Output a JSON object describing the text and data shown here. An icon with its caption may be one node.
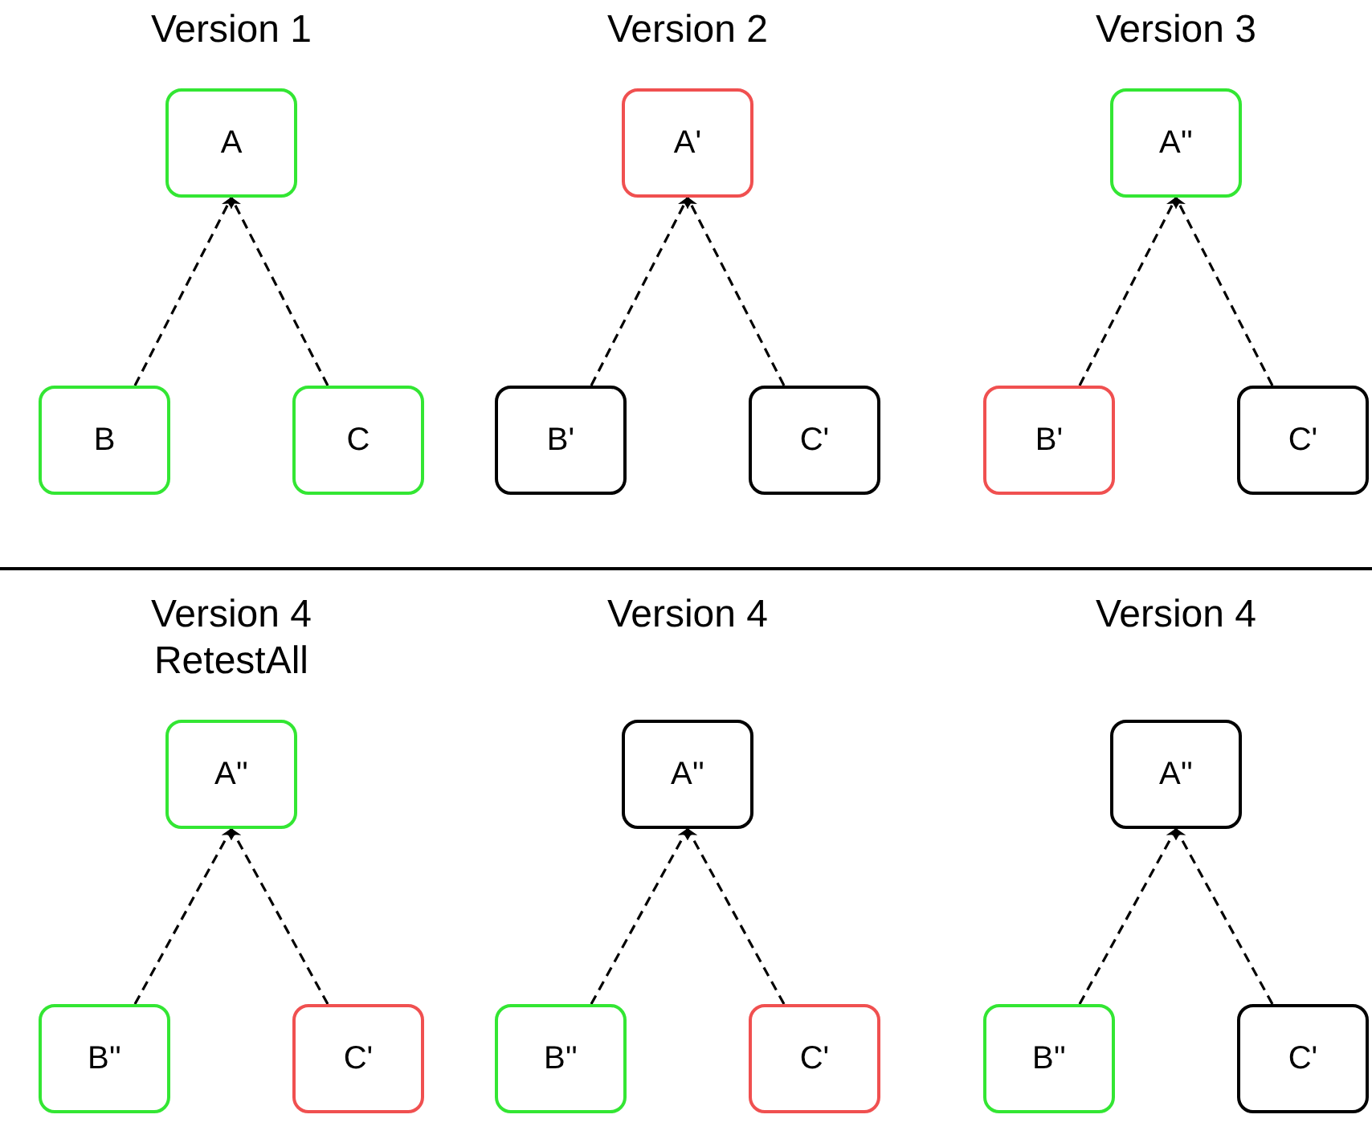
{
  "diagram": {
    "nodes": [
      {
        "text": [
          "A"
        ]
      },
      {
        "text": [
          "B"
        ]
      },
      {
        "text": [
          "C"
        ]
      },
      {
        "text": [
          "A'"
        ]
      },
      {
        "text": [
          "B'"
        ]
      },
      {
        "text": [
          "C'"
        ]
      },
      {
        "text": [
          "A''"
        ]
      },
      {
        "text": [
          "B'"
        ]
      },
      {
        "text": [
          "C'"
        ]
      },
      {
        "text": [
          "A''"
        ]
      },
      {
        "text": [
          "B''"
        ]
      },
      {
        "text": [
          "C'"
        ]
      },
      {
        "text": [
          "A''"
        ]
      },
      {
        "text": [
          "B''"
        ]
      },
      {
        "text": [
          "C'"
        ]
      },
      {
        "text": [
          "A''"
        ]
      },
      {
        "text": [
          "B''"
        ]
      },
      {
        "text": [
          "C'"
        ]
      }
    ],
    "edges": [
      {
        "from": 1,
        "to": 0,
        "arrow": "to",
        "style": "dashed"
      },
      {
        "from": 2,
        "to": 0,
        "arrow": "to",
        "style": "dashed"
      },
      {
        "from": 4,
        "to": 3,
        "arrow": "to",
        "style": "dashed"
      },
      {
        "from": 5,
        "to": 3,
        "arrow": "to",
        "style": "dashed"
      },
      {
        "from": 7,
        "to": 6,
        "arrow": "to",
        "style": "dashed"
      },
      {
        "from": 8,
        "to": 6,
        "arrow": "to",
        "style": "dashed"
      },
      {
        "from": 10,
        "to": 9,
        "arrow": "to",
        "style": "dashed"
      },
      {
        "from": 11,
        "to": 9,
        "arrow": "to",
        "style": "dashed"
      },
      {
        "from": 13,
        "to": 12,
        "arrow": "to",
        "style": "dashed"
      },
      {
        "from": 14,
        "to": 12,
        "arrow": "to",
        "style": "dashed"
      },
      {
        "from": 16,
        "to": 15,
        "arrow": "to",
        "style": "dashed"
      },
      {
        "from": 17,
        "to": 15,
        "arrow": "to",
        "style": "dashed"
      }
    ],
    "labels": [
      "Version 1",
      "Version 2",
      "Version 3",
      "Version 4 RetestAll",
      "Version 4",
      "Version 4"
    ]
  }
}
